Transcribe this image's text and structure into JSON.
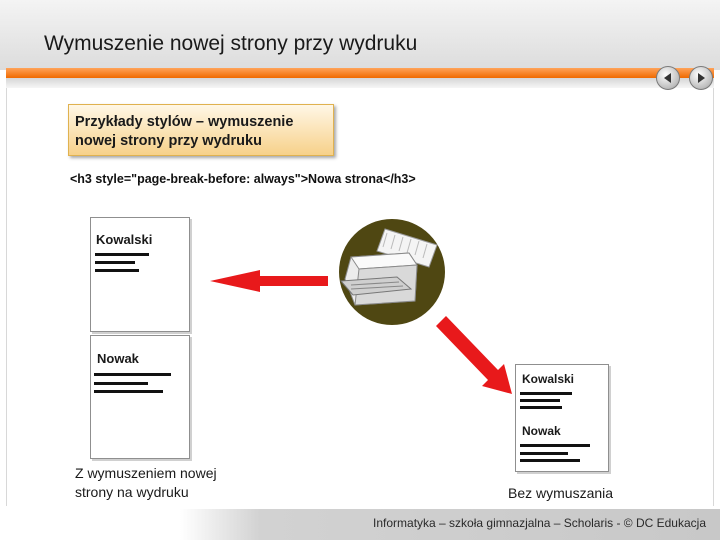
{
  "header": {
    "title": "Wymuszenie nowej strony przy wydruku"
  },
  "nav": {
    "prev_icon": "arrow-left-icon",
    "next_icon": "arrow-right-icon"
  },
  "slide": {
    "box_title_line1": "Przykłady stylów – wymuszenie",
    "box_title_line2": "nowej strony przy wydruku",
    "code": "<h3 style=\"page-break-before: always\">Nowa strona</h3>",
    "left_page1_name": "Kowalski",
    "left_page2_name": "Nowak",
    "left_caption_line1": "Z wymuszeniem nowej",
    "left_caption_line2": "strony na wydruku",
    "right_page_name1": "Kowalski",
    "right_page_name2": "Nowak",
    "right_caption": "Bez wymuszania",
    "printer_icon": "printer-icon"
  },
  "footer": {
    "text": "Informatyka – szkoła gimnazjalna – Scholaris - © DC Edukacja"
  },
  "colors": {
    "accent_orange": "#f06a00",
    "arrow_red": "#e8191b",
    "printer_circle": "#4f4712"
  }
}
